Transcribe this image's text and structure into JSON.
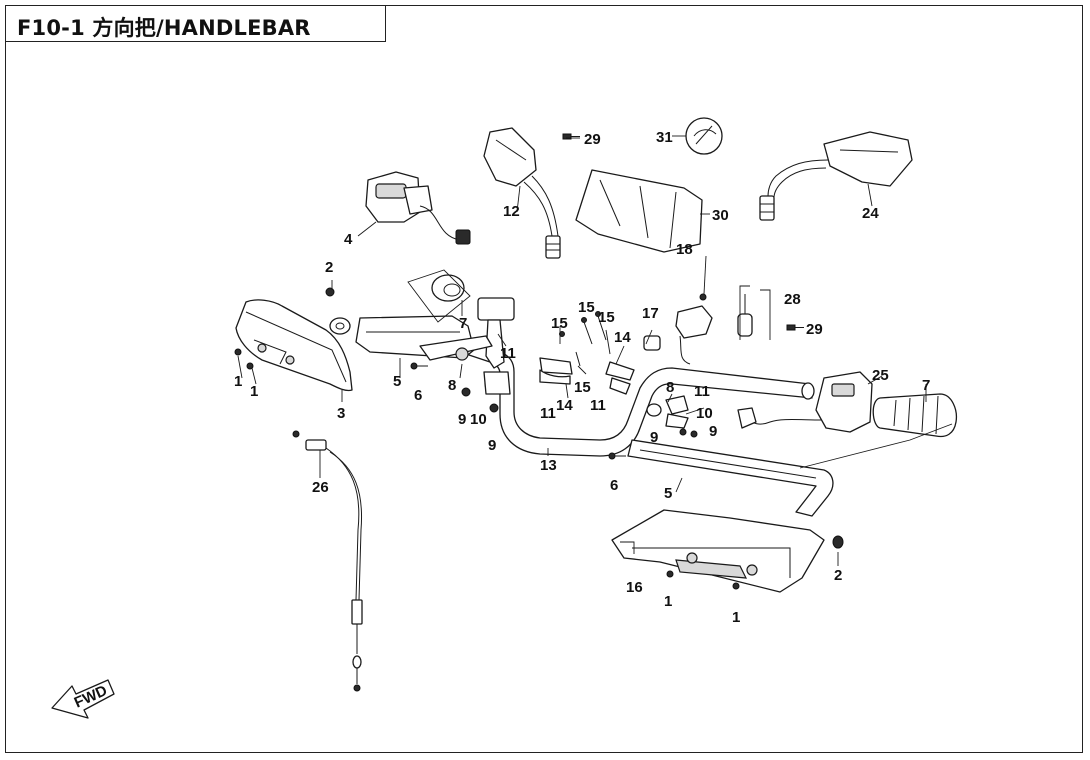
{
  "title": "F10-1 方向把/HANDLEBAR",
  "fwd_label": "FWD",
  "callouts": {
    "c1": "1",
    "c2": "2",
    "c3": "3",
    "c4": "4",
    "c5": "5",
    "c6": "6",
    "c7": "7",
    "c8": "8",
    "c9": "9",
    "c10": "10",
    "c11": "11",
    "c12": "12",
    "c13": "13",
    "c14": "14",
    "c15": "15",
    "c16": "16",
    "c17": "17",
    "c18": "18",
    "c24": "24",
    "c25": "25",
    "c26": "26",
    "c28": "28",
    "c29": "29",
    "c30": "30",
    "c31": "31"
  }
}
